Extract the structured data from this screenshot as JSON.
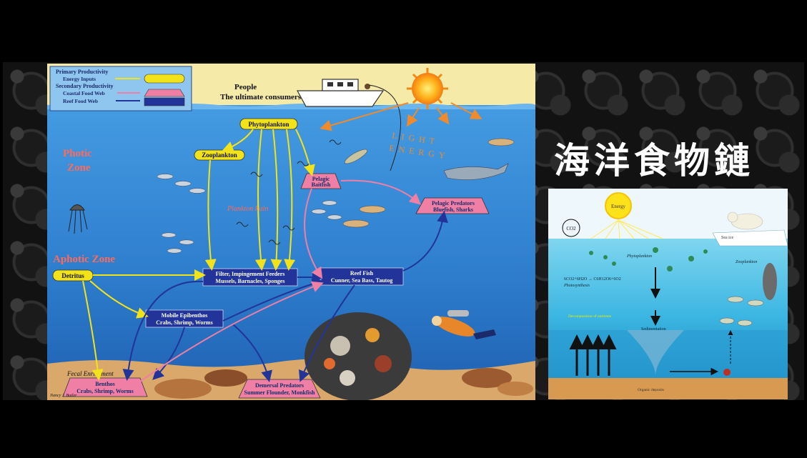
{
  "title": "海洋食物鏈",
  "left_diagram": {
    "legend": {
      "primary_productivity": "Primary Productivity",
      "energy_inputs": "Energy Inputs",
      "secondary_productivity": "Secondary Productivity",
      "coastal_food_web": "Coastal Food Web",
      "reef_food_web": "Reef Food Web"
    },
    "people_line1": "People",
    "people_line2": "The ultimate consumers",
    "light_energy_1": "LIGHT",
    "light_energy_2": "ENERGY",
    "photic_1": "Photic",
    "photic_2": "Zone",
    "aphotic": "Aphotic Zone",
    "plankton_rain": "Plankton Rain",
    "phytoplankton": "Phytoplankton",
    "zooplankton": "Zooplankton",
    "pelagic_baitfish_1": "Pelagic",
    "pelagic_baitfish_2": "Baitfish",
    "pelagic_predators_1": "Pelagic Predators",
    "pelagic_predators_2": "Bluefish, Sharks",
    "detritus": "Detritus",
    "filter_feeders_1": "Filter, Impingement Feeders",
    "filter_feeders_2": "Mussels, Barnacles, Sponges",
    "reef_fish_1": "Reef Fish",
    "reef_fish_2": "Cunner, Sea Bass, Tautog",
    "mobile_epibenthos_1": "Mobile Epibenthos",
    "mobile_epibenthos_2": "Crabs, Shrimp, Worms",
    "fecal_enrichment": "Fecal Enrichment",
    "benthos_1": "Benthos",
    "benthos_2": "Crabs, Shrimp, Worms",
    "demersal_1": "Demersal Predators",
    "demersal_2": "Summer Flounder, Monkfish",
    "signature": "Nancy J. Butler"
  },
  "right_diagram": {
    "energy": "Energy",
    "co2": "CO2",
    "sea_ice": "Sea ice",
    "phytoplankton": "Phytoplankton",
    "zooplankton": "Zooplankton",
    "photosynthesis_eq": "6CO2+6H2O → C6H12O6+6O2",
    "photosynthesis": "Photosynthesis",
    "decomposition": "Decomposition of nutrients",
    "sedimentation": "Sedimentation",
    "organic_deposits": "Organic deposits"
  },
  "colors": {
    "energy_yellow": "#f2e21a",
    "coastal_pink": "#ef7fa4",
    "reef_blue": "#22349a",
    "ocean": "#3a8fd8",
    "sky": "#f6eaa8"
  }
}
